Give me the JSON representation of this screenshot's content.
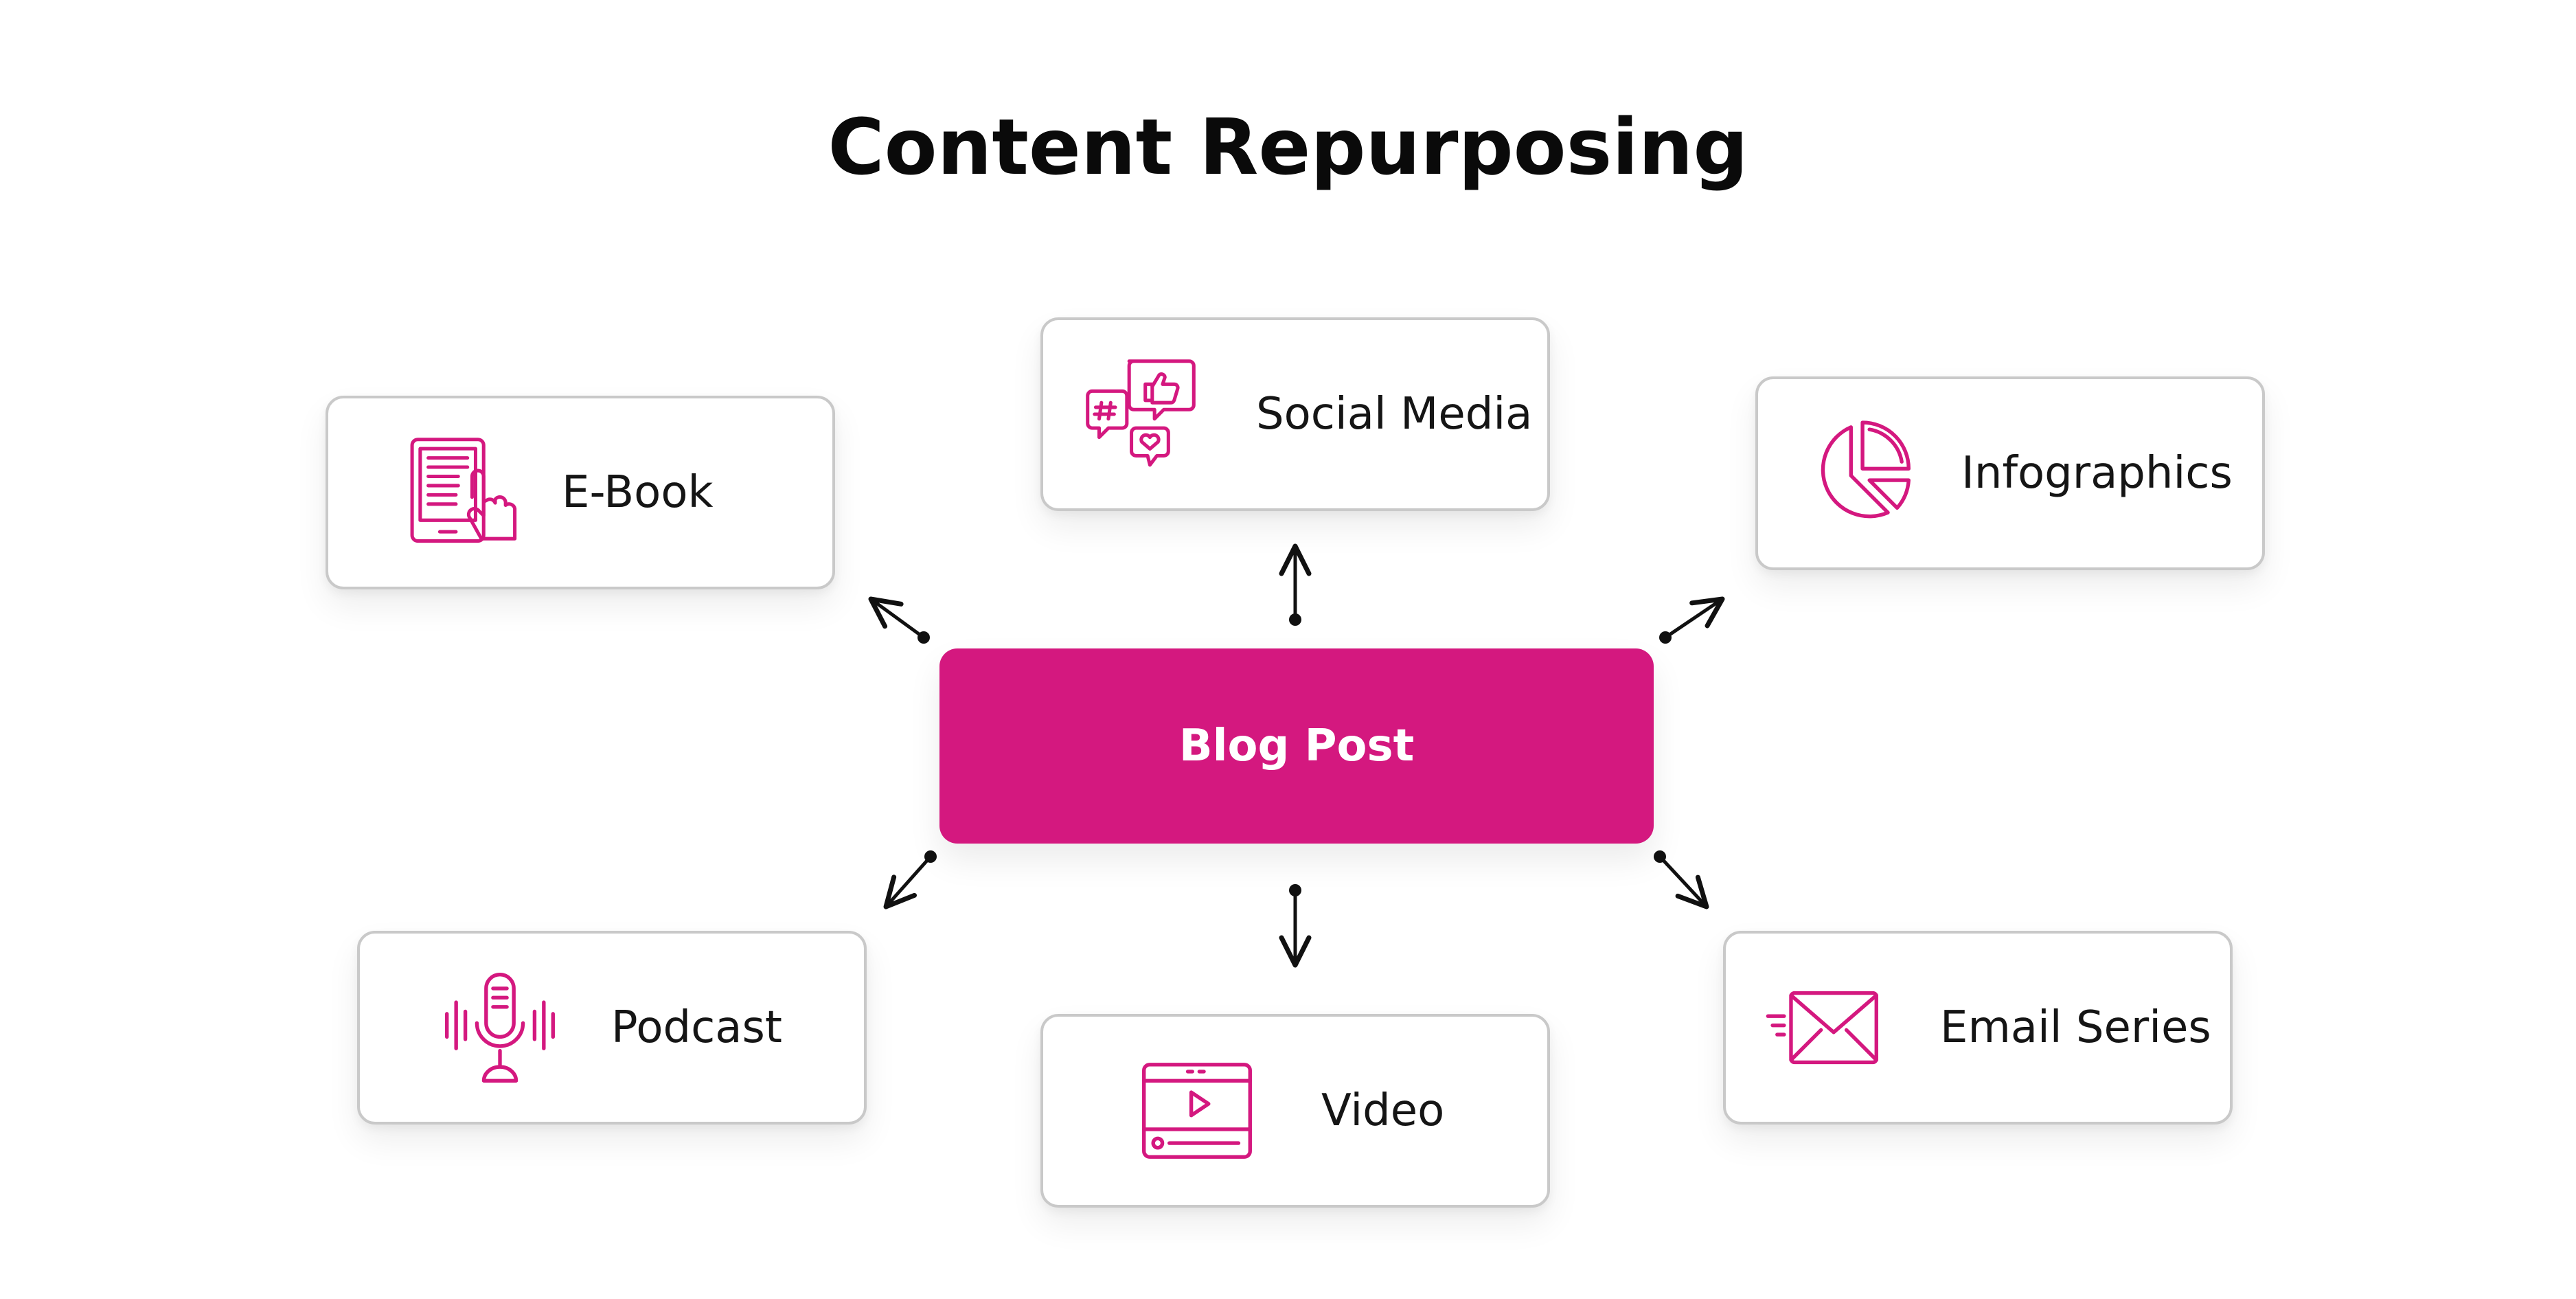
{
  "diagram": {
    "title": "Content Repurposing",
    "center": {
      "label": "Blog Post"
    },
    "nodes": [
      {
        "id": "ebook",
        "label": "E-Book",
        "icon": "ebook-touch-icon"
      },
      {
        "id": "social",
        "label": "Social Media",
        "icon": "social-media-chat-icon"
      },
      {
        "id": "infographics",
        "label": "Infographics",
        "icon": "pie-chart-icon"
      },
      {
        "id": "podcast",
        "label": "Podcast",
        "icon": "microphone-icon"
      },
      {
        "id": "video",
        "label": "Video",
        "icon": "video-player-icon"
      },
      {
        "id": "email",
        "label": "Email Series",
        "icon": "envelope-icon"
      }
    ]
  },
  "colors": {
    "accent": "#d4187f",
    "card_border": "#c9c9c9",
    "text": "#151515",
    "arrow": "#111111"
  }
}
